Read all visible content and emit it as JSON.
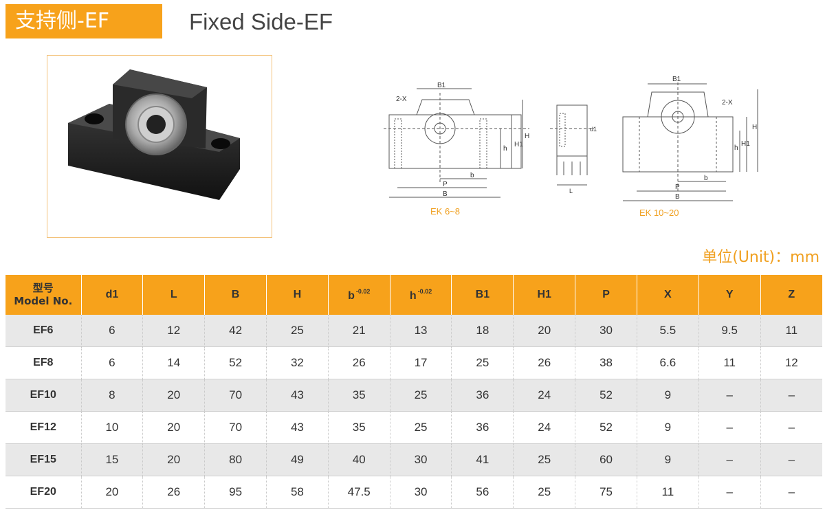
{
  "header": {
    "title_cn": "支持侧-EF",
    "title_en": "Fixed Side-EF"
  },
  "drawing": {
    "labels": {
      "b1": "B1",
      "x2": "2-X",
      "h": "h",
      "h1": "H1",
      "H": "H",
      "b": "b",
      "p": "P",
      "B": "B",
      "d1": "d1",
      "L": "L"
    },
    "caption_left": "EK 6~8",
    "caption_right": "EK 10~20"
  },
  "unit_label": "单位(Unit)：mm",
  "table": {
    "model_header_cn": "型号",
    "model_header_en": "Model No.",
    "columns": [
      {
        "label": "d1",
        "sup": ""
      },
      {
        "label": "L",
        "sup": ""
      },
      {
        "label": "B",
        "sup": ""
      },
      {
        "label": "H",
        "sup": ""
      },
      {
        "label": "b",
        "sup": "-0.02"
      },
      {
        "label": "h",
        "sup": "-0.02"
      },
      {
        "label": "B1",
        "sup": ""
      },
      {
        "label": "H1",
        "sup": ""
      },
      {
        "label": "P",
        "sup": ""
      },
      {
        "label": "X",
        "sup": ""
      },
      {
        "label": "Y",
        "sup": ""
      },
      {
        "label": "Z",
        "sup": ""
      }
    ],
    "rows": [
      {
        "model": "EF6",
        "values": [
          "6",
          "12",
          "42",
          "25",
          "21",
          "13",
          "18",
          "20",
          "30",
          "5.5",
          "9.5",
          "11"
        ]
      },
      {
        "model": "EF8",
        "values": [
          "6",
          "14",
          "52",
          "32",
          "26",
          "17",
          "25",
          "26",
          "38",
          "6.6",
          "11",
          "12"
        ]
      },
      {
        "model": "EF10",
        "values": [
          "8",
          "20",
          "70",
          "43",
          "35",
          "25",
          "36",
          "24",
          "52",
          "9",
          "–",
          "–"
        ]
      },
      {
        "model": "EF12",
        "values": [
          "10",
          "20",
          "70",
          "43",
          "35",
          "25",
          "36",
          "24",
          "52",
          "9",
          "–",
          "–"
        ]
      },
      {
        "model": "EF15",
        "values": [
          "15",
          "20",
          "80",
          "49",
          "40",
          "30",
          "41",
          "25",
          "60",
          "9",
          "–",
          "–"
        ]
      },
      {
        "model": "EF20",
        "values": [
          "20",
          "26",
          "95",
          "58",
          "47.5",
          "30",
          "56",
          "25",
          "75",
          "11",
          "–",
          "–"
        ]
      }
    ]
  },
  "colors": {
    "accent": "#f7a21b",
    "caption": "#f0a020",
    "row_alt": "#e8e8e8"
  }
}
